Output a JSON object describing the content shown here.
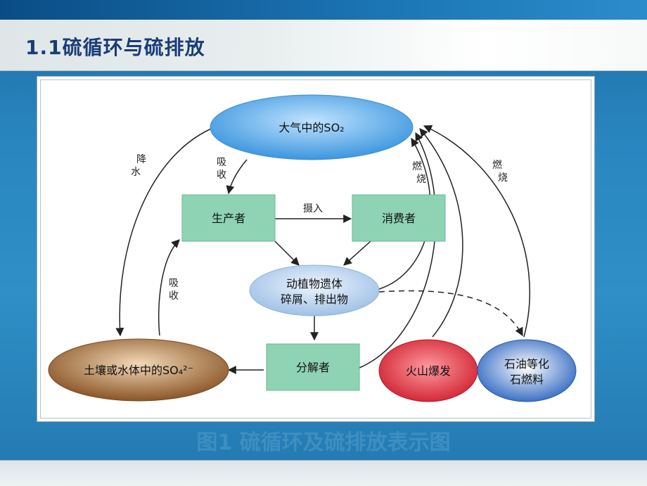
{
  "slide": {
    "title": "1.1硫循环与硫排放",
    "caption": "图1 硫循环及硫排放表示图"
  },
  "diagram": {
    "nodes": {
      "atmosphere": "大气中的SO₂",
      "producer": "生产者",
      "consumer": "消费者",
      "remains_line1": "动植物遗体",
      "remains_line2": "碎屑、排出物",
      "decomposer": "分解者",
      "soil": "土壤或水体中的SO₄²⁻",
      "volcano": "火山爆发",
      "fossil_line1": "石油等化",
      "fossil_line2": "石燃料"
    },
    "labels": {
      "intake": "摄入",
      "absorb_top_1": "吸",
      "absorb_top_2": "收",
      "absorb_left_1": "吸",
      "absorb_left_2": "收",
      "precip_1": "降",
      "precip_2": "水",
      "burn_mid_1": "燃",
      "burn_mid_2": "烧",
      "burn_right_1": "燃",
      "burn_right_2": "烧"
    }
  },
  "colors": {
    "atmosphere": "#5aa9e6",
    "box": "#8ad0b0",
    "remains": "#b9d3ee",
    "soil": "#8b5a2b",
    "volcano": "#d8303b",
    "fossil": "#2c6cc4"
  }
}
